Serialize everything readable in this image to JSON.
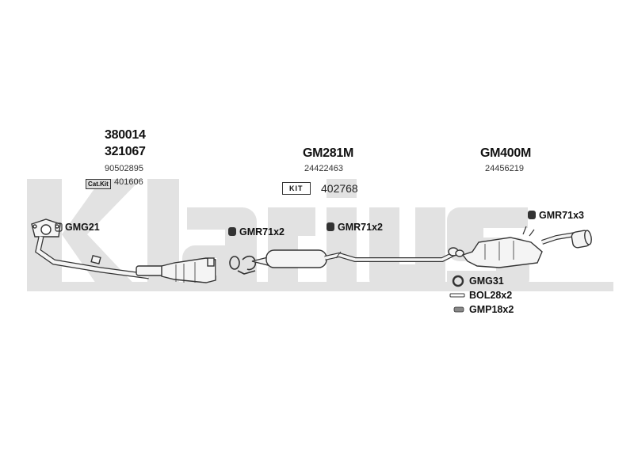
{
  "watermark": {
    "text": "Klarius",
    "color": "#e3e3e3"
  },
  "groups": [
    {
      "id": "front",
      "codes": [
        "380014",
        "321067"
      ],
      "oe": "90502895",
      "cat_badge": "Cat.Kit",
      "cat_ref": "401606"
    },
    {
      "id": "middle",
      "codes": [
        "GM281M"
      ],
      "oe": "24422463",
      "kit_badge": "KIT",
      "kit_ref": "402768"
    },
    {
      "id": "rear",
      "codes": [
        "GM400M"
      ],
      "oe": "24456219"
    }
  ],
  "accessories": {
    "gmg21": "GMG21",
    "gmr71x2_a": "GMR71x2",
    "gmr71x2_b": "GMR71x2",
    "gmr71x3": "GMR71x3",
    "gmg31": "GMG31",
    "bol28x2": "BOL28x2",
    "gmp18x2": "GMP18x2"
  },
  "colors": {
    "part_fill": "#f4f4f4",
    "part_stroke": "#333333",
    "text": "#111111"
  }
}
